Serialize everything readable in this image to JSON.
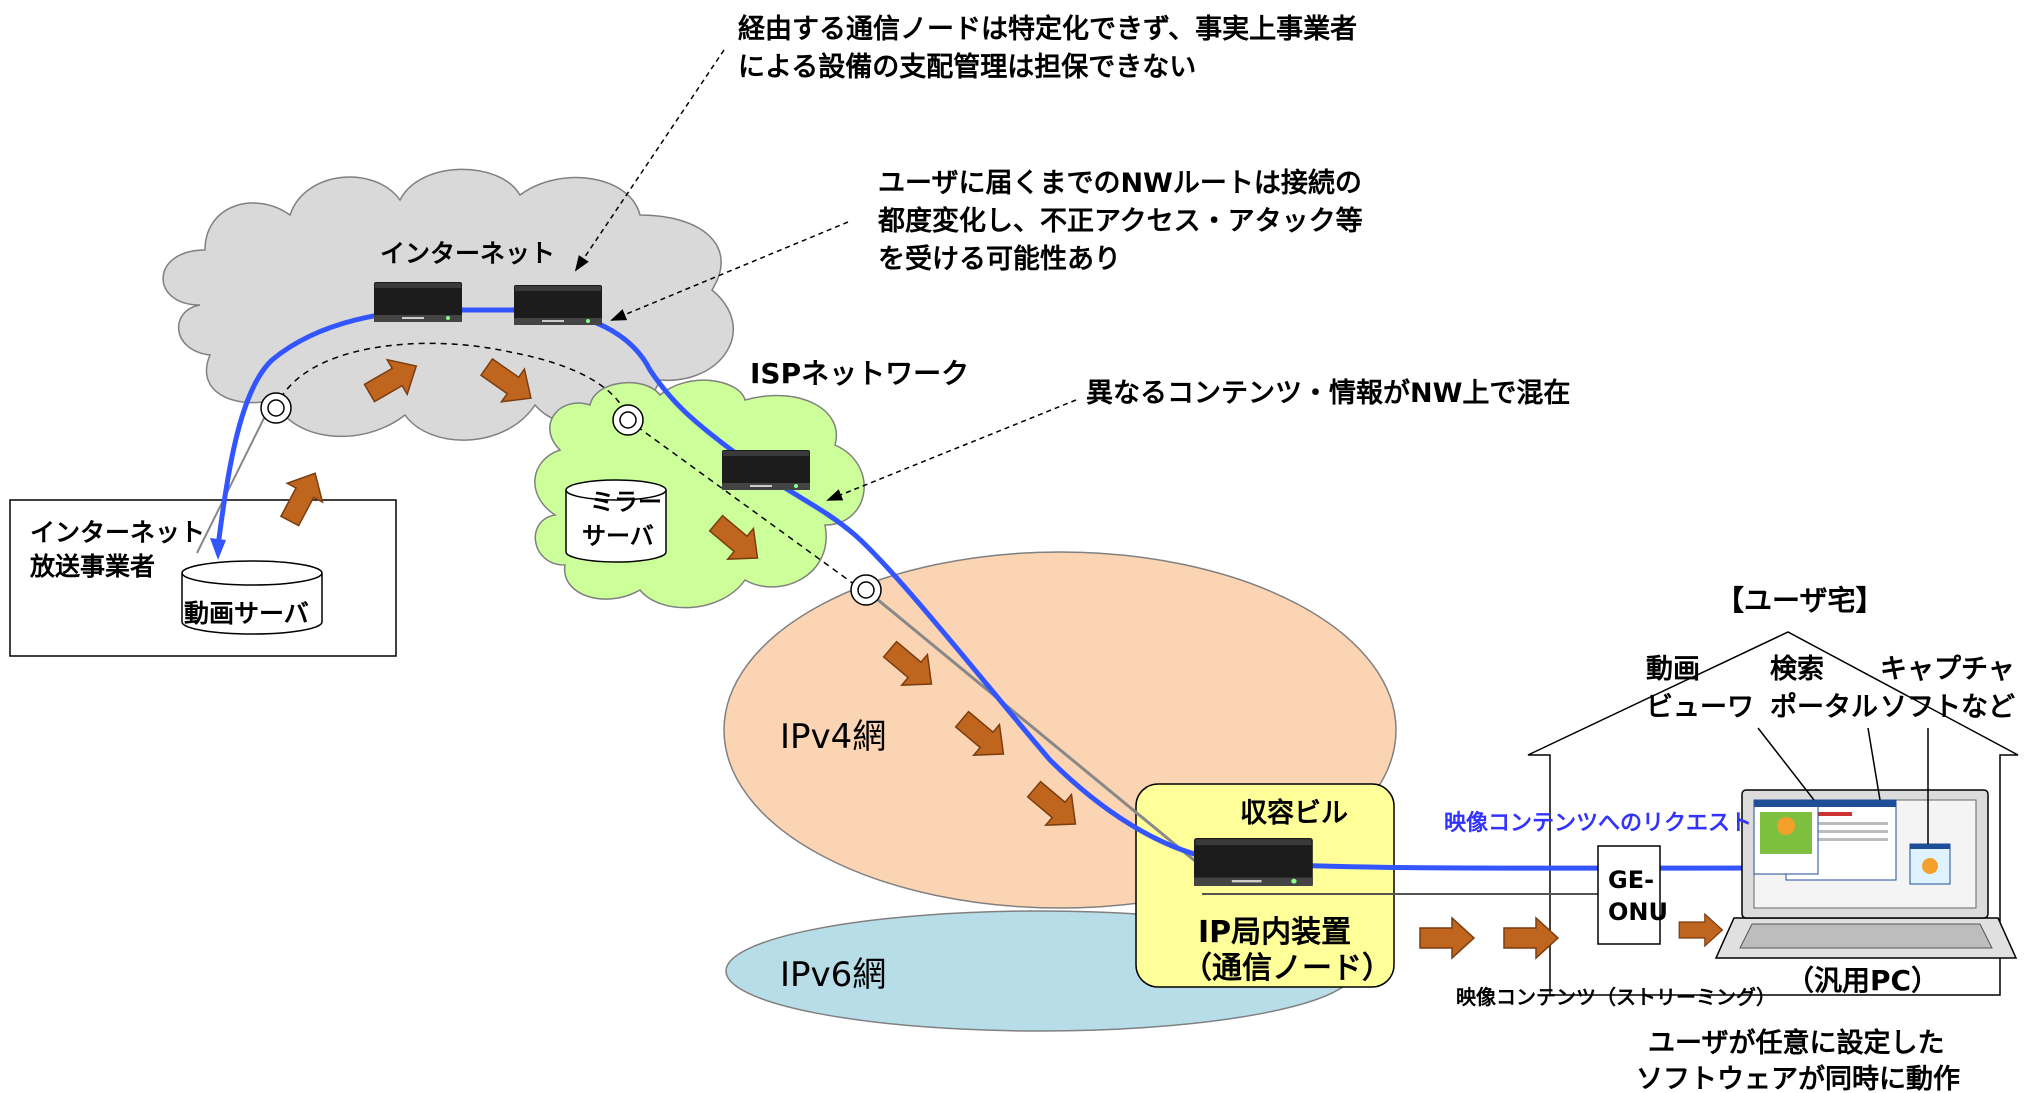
{
  "annotations": {
    "note_nodes": [
      "経由する通信ノードは特定化できず、事実上事業者",
      "による設備の支配管理は担保できない"
    ],
    "note_route": [
      "ユーザに届くまでのNWルートは接続の",
      "都度変化し、不正アクセス・アタック等",
      "を受ける可能性あり"
    ],
    "note_mixed": "異なるコンテンツ・情報がNW上で混在"
  },
  "clouds": {
    "internet": "インターネット",
    "isp": "ISPネットワーク"
  },
  "broadcaster": {
    "lines": [
      "インターネット",
      "放送事業者"
    ],
    "server": "動画サーバ"
  },
  "mirror_server": [
    "ミラー",
    "サーバ"
  ],
  "networks": {
    "ipv4": "IPv4網",
    "ipv6": "IPv6網"
  },
  "building": {
    "title": "収容ビル",
    "device": [
      "IP局内装置",
      "（通信ノード）"
    ]
  },
  "links": {
    "request": "映像コンテンツへのリクエスト",
    "streaming": "映像コンテンツ（ストリーミング）"
  },
  "onu": [
    "GE-",
    "ONU"
  ],
  "home": {
    "title": "【ユーザ宅】",
    "apps": [
      [
        "動画",
        "ビューワ"
      ],
      [
        "検索",
        "ポータル"
      ],
      [
        "キャプチャ",
        "ソフトなど"
      ]
    ],
    "pc": "（汎用PC）",
    "caption": [
      "ユーザが任意に設定した",
      "ソフトウェアが同時に動作"
    ]
  },
  "colors": {
    "internet_cloud": "#d9d9d9",
    "isp_cloud": "#ccff99",
    "ipv4_network": "#fbd4b4",
    "ipv6_network": "#b7dde8",
    "building": "#ffff99",
    "route_line": "#3355ff",
    "arrow": "#c0651e",
    "request_text": "#3333ff"
  }
}
